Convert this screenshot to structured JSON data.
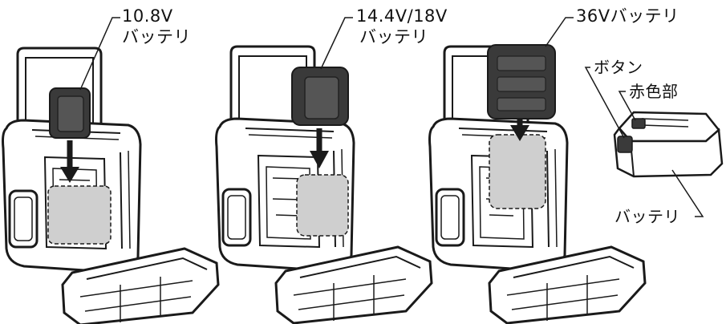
{
  "labels": {
    "left_voltage": "10.8V",
    "left_battery": "バッテリ",
    "middle_voltage": "14.4V/18V",
    "middle_battery": "バッテリ",
    "right_battery": "36Vバッテリ",
    "button": "ボタン",
    "red_part": "赤色部",
    "battery": "バッテリ"
  },
  "colors": {
    "line": "#1a1a1a",
    "battery_dark": "#3a3a3a",
    "battery_mid": "#555555",
    "slot_fill": "#cfcfcf",
    "body_fill": "#ffffff"
  }
}
